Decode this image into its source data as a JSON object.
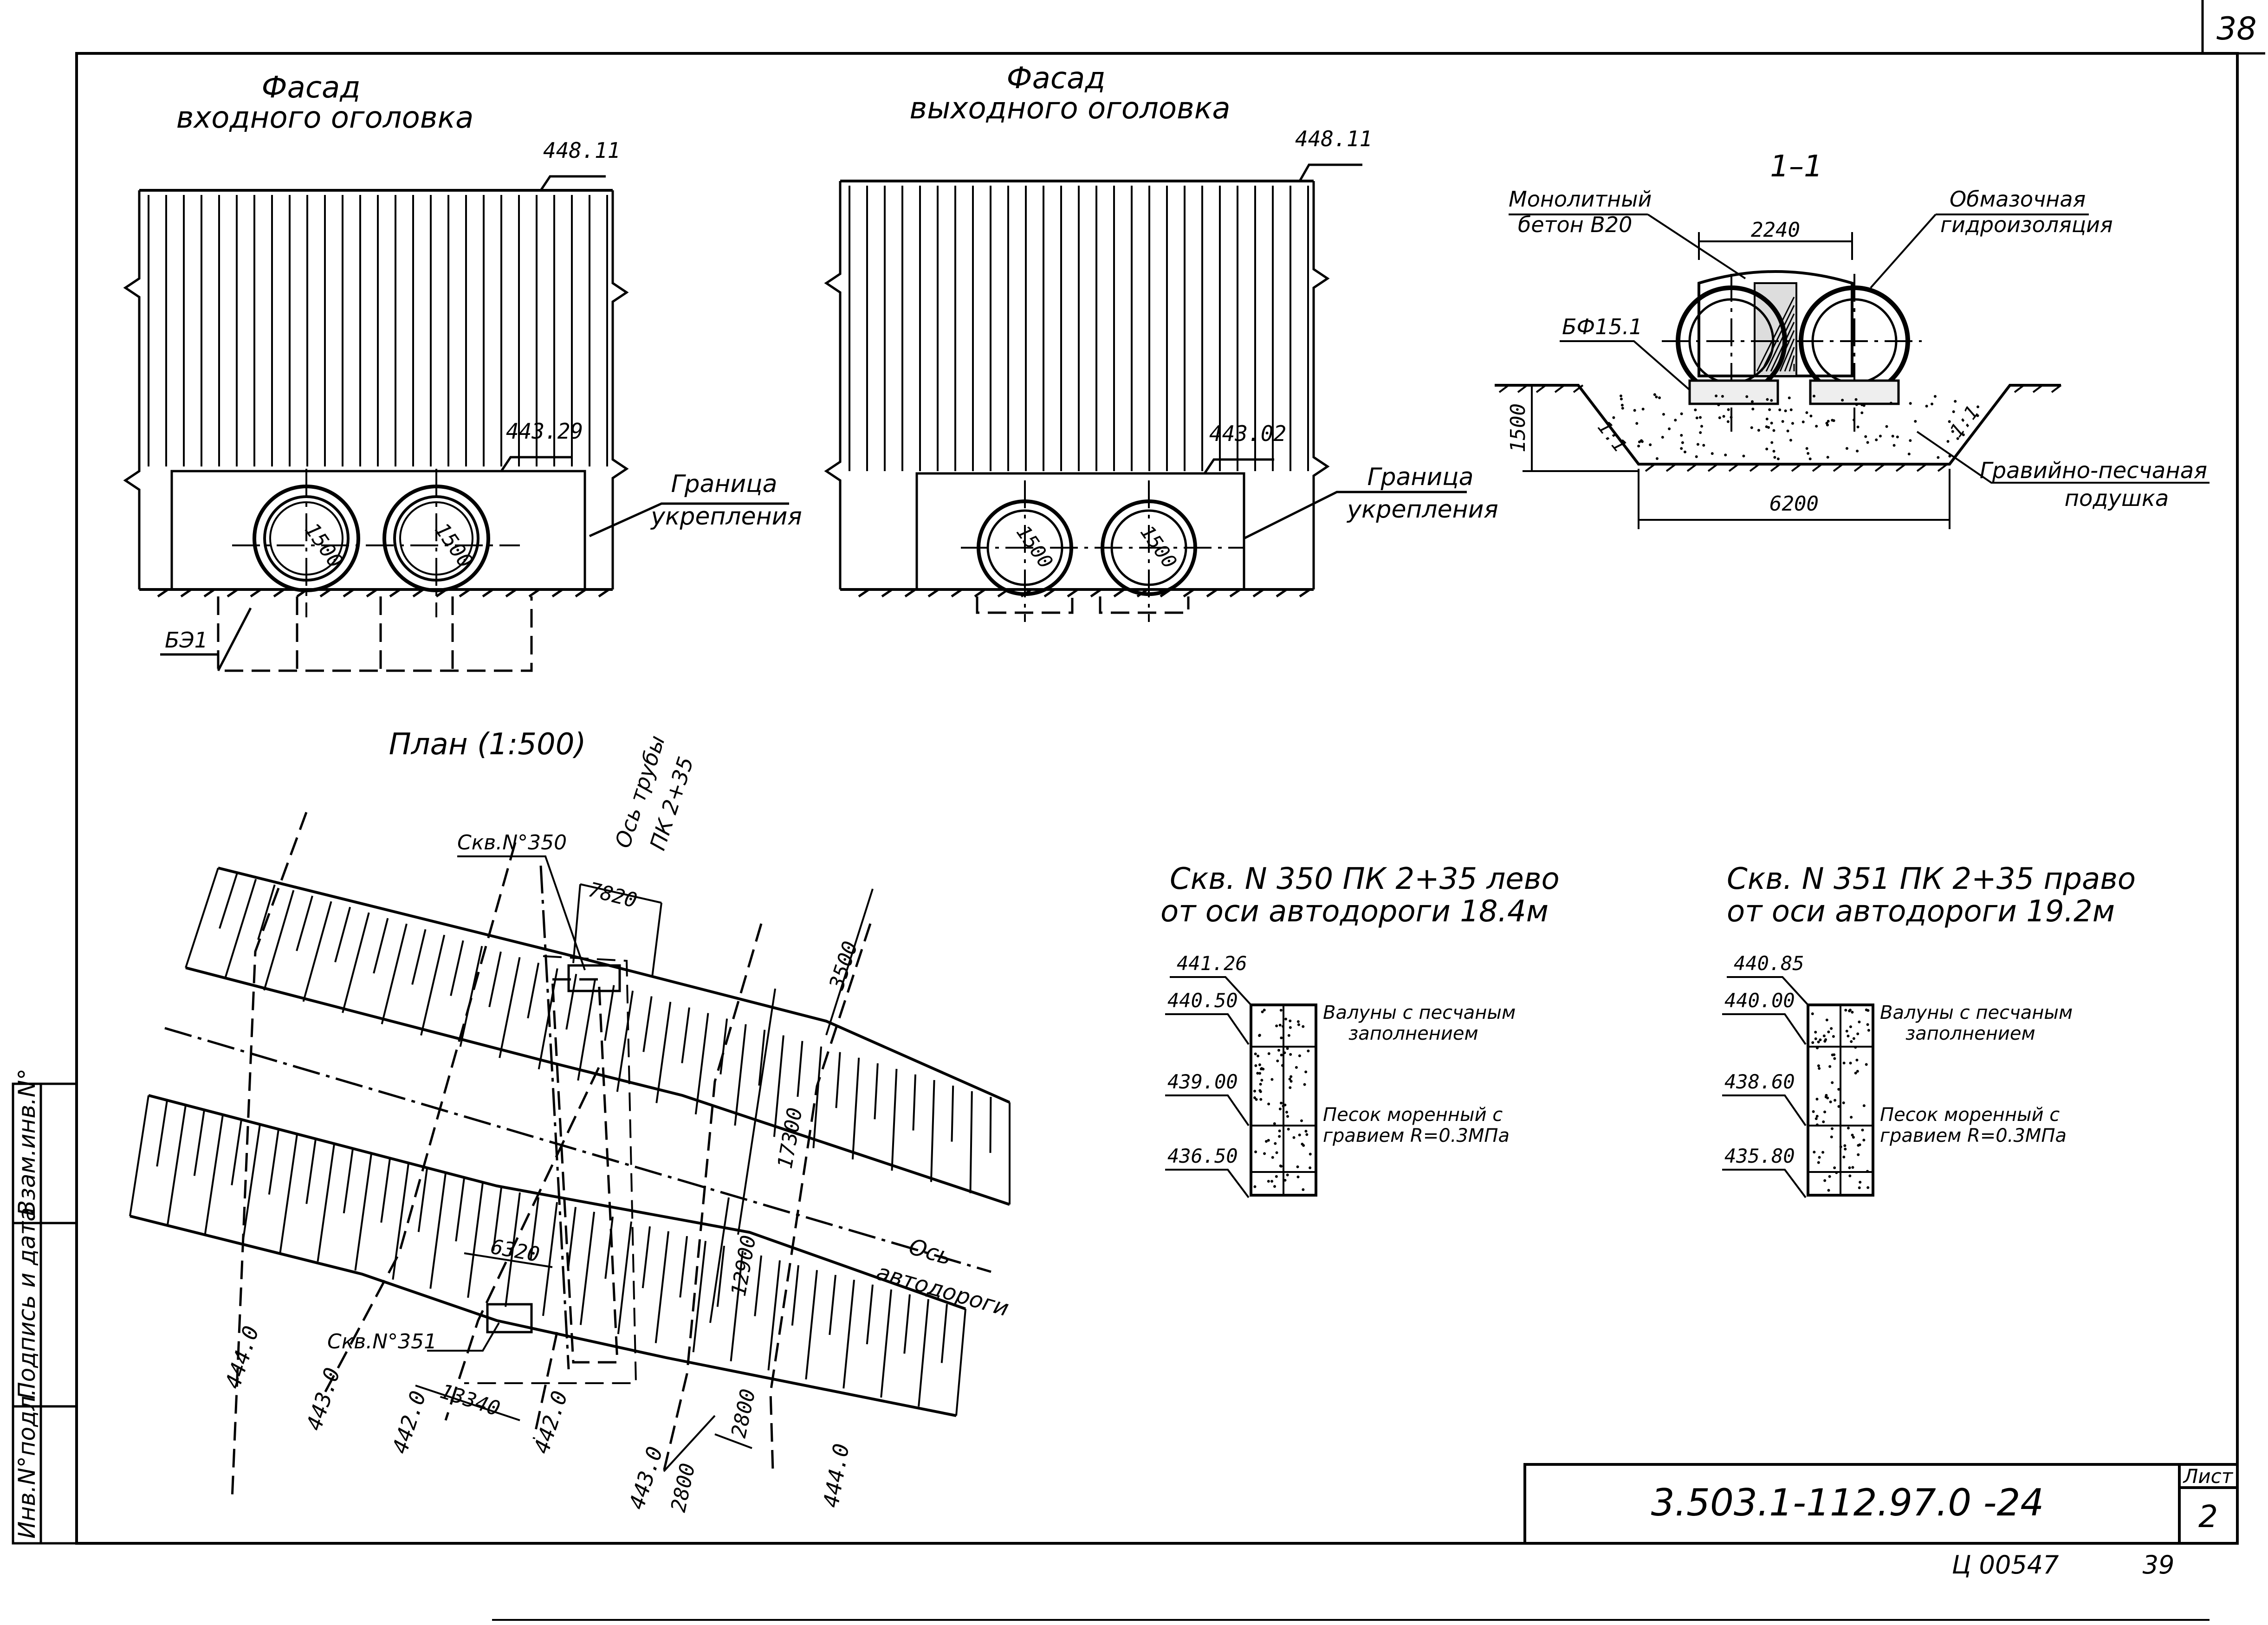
{
  "sheet_page": "38",
  "facade_in": {
    "title_l1": "Фасад",
    "title_l2": "входного оголовка",
    "elev_top": "448.11",
    "elev_mid": "443.29",
    "pipe_d1": "1500",
    "pipe_d2": "1500",
    "boundary_l1": "Граница",
    "boundary_l2": "укрепления",
    "block": "БЭ1"
  },
  "facade_out": {
    "title_l1": "Фасад",
    "title_l2": "выходного оголовка",
    "elev_top": "448.11",
    "elev_mid": "443.02",
    "pipe_d1": "1500",
    "pipe_d2": "1500",
    "boundary_l1": "Граница",
    "boundary_l2": "укрепления"
  },
  "section": {
    "title": "1–1",
    "monolith_l1": "Монолитный",
    "monolith_l2": "бетон В20",
    "coat_l1": "Обмазочная",
    "coat_l2": "гидроизоляция",
    "width_top": "2240",
    "foundation": "БФ15.1",
    "depth": "1500",
    "slope_left": "1:1",
    "slope_right": "1:1",
    "width_bottom": "6200",
    "cushion_l1": "Гравийно-песчаная",
    "cushion_l2": "подушка"
  },
  "plan": {
    "title": "План (1:500)",
    "axis_pipe_l1": "Ось трубы",
    "axis_pipe_l2": "ПК 2+35",
    "well350": "Скв.N°350",
    "well351": "Скв.N°351",
    "dim_7820": "7820",
    "dim_3500": "3500",
    "dim_17300": "17300",
    "dim_12900": "12900",
    "dim_6320": "6320",
    "dim_13340": "13340",
    "dim_2800a": "2800",
    "dim_2800b": "2800",
    "axis_road_l1": "Ось",
    "axis_road_l2": "автодороги",
    "contours": [
      "444.0",
      "443.0",
      "442.0",
      "442.0",
      "443.0",
      "444.0"
    ]
  },
  "boring350": {
    "title_l1": "Скв. N 350 ПК 2+35 лево",
    "title_l2": "от оси автодороги 18.4м",
    "elevs": [
      "441.26",
      "440.50",
      "439.00",
      "436.50"
    ],
    "layer1_l1": "Валуны с песчаным",
    "layer1_l2": "заполнением",
    "layer2_l1": "Песок моренный с",
    "layer2_l2": "гравием R=0.3МПа"
  },
  "boring351": {
    "title_l1": "Скв. N 351 ПК 2+35 право",
    "title_l2": "от оси автодороги 19.2м",
    "elevs": [
      "440.85",
      "440.00",
      "438.60",
      "435.80"
    ],
    "layer1_l1": "Валуны с песчаным",
    "layer1_l2": "заполнением",
    "layer2_l1": "Песок моренный с",
    "layer2_l2": "гравием R=0.3МПа"
  },
  "stamp": {
    "doc_code": "3.503.1-112.97.0 -24",
    "sheet_label": "Лист",
    "sheet_no": "2",
    "bottom_code": "Ц 00547",
    "bottom_num": "39"
  },
  "side_strip": {
    "inv_zam": "Взам.инв.N°",
    "sign_date": "Подпись и дата",
    "inv_podl": "Инв.N°подл."
  }
}
